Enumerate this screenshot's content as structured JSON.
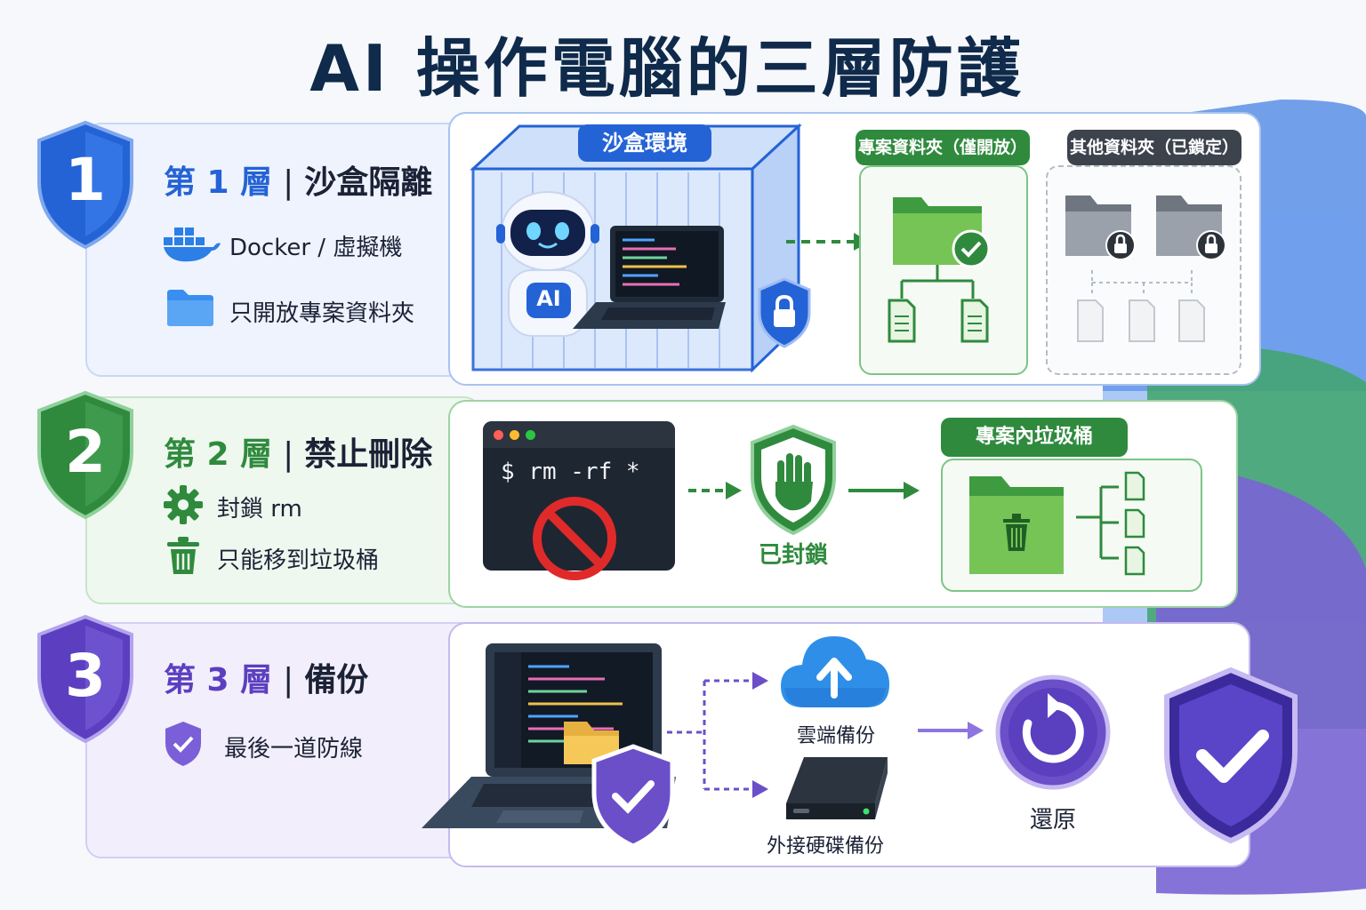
{
  "title": "AI 操作電腦的三層防護",
  "colors": {
    "layer1": "#2f6fe0",
    "layer2": "#2f8a3e",
    "layer3": "#6b4fc9",
    "navy": "#0f2a4a"
  },
  "layer1": {
    "number": "1",
    "label": "第 1 層",
    "separator": "|",
    "name": "沙盒隔離",
    "bullets": [
      {
        "icon": "docker-whale-icon",
        "text": "Docker / 虛擬機"
      },
      {
        "icon": "folder-icon",
        "text": "只開放專案資料夾"
      }
    ],
    "sandbox_label": "沙盒環境",
    "robot_badge": "AI",
    "project_folder_label": "專案資料夾（僅開放）",
    "other_folder_label": "其他資料夾（已鎖定）"
  },
  "layer2": {
    "number": "2",
    "label": "第 2 層",
    "separator": "|",
    "name": "禁止刪除",
    "bullets": [
      {
        "icon": "gear-icon",
        "text": "封鎖 rm"
      },
      {
        "icon": "trash-icon",
        "text": "只能移到垃圾桶"
      }
    ],
    "terminal_command": "$ rm -rf *",
    "blocked_label": "已封鎖",
    "trash_label": "專案內垃圾桶"
  },
  "layer3": {
    "number": "3",
    "label": "第 3 層",
    "separator": "|",
    "name": "備份",
    "bullets": [
      {
        "icon": "shield-check-icon",
        "text": "最後一道防線"
      }
    ],
    "cloud_label": "雲端備份",
    "disk_label": "外接硬碟備份",
    "restore_label": "還原"
  }
}
